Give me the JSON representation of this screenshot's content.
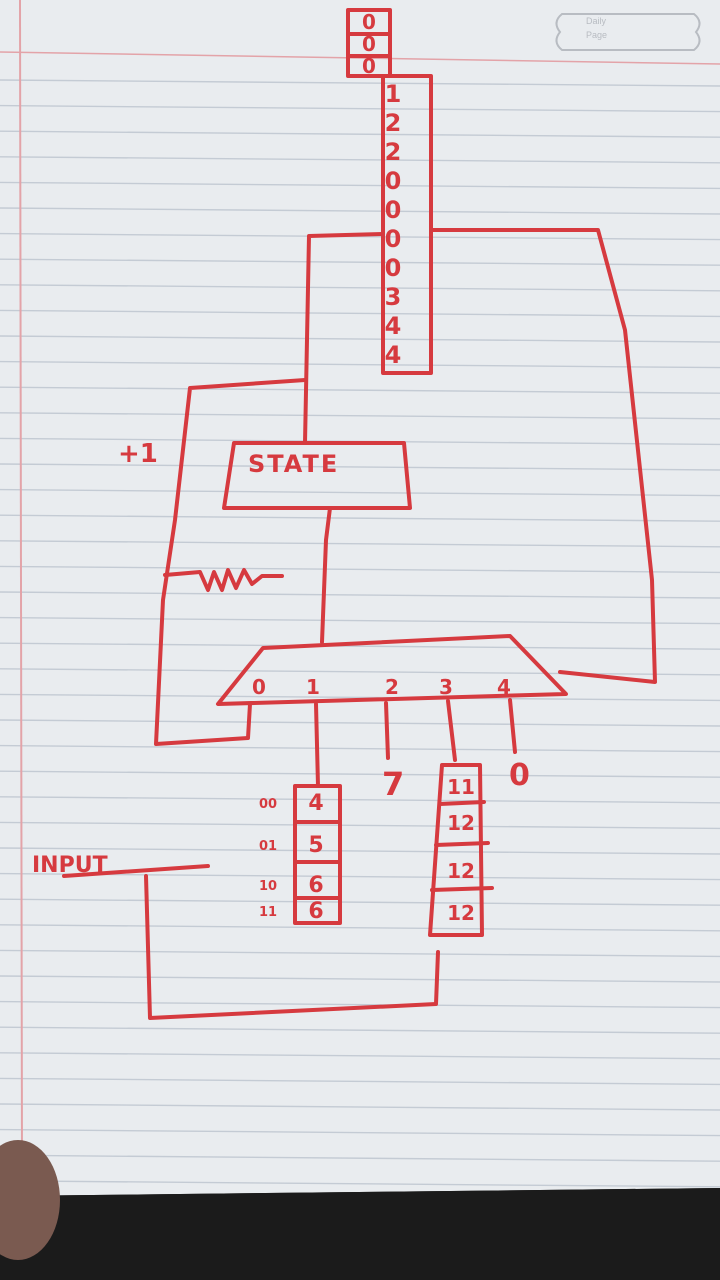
{
  "corner_box": {
    "line1": "Daily",
    "line2": "Page"
  },
  "top_stack": {
    "cells": [
      "0",
      "0",
      "0"
    ],
    "values": [
      "1",
      "2",
      "2",
      "0",
      "0",
      "0",
      "0",
      "3",
      "4",
      "4"
    ]
  },
  "plus_one_label": "+1",
  "state_box": {
    "label": "STATE"
  },
  "mux": {
    "inputs": [
      "0",
      "1",
      "2",
      "3",
      "4"
    ]
  },
  "constants": {
    "seven": "7",
    "zero": "0"
  },
  "left_table": {
    "rows": [
      {
        "addr": "00",
        "value": "4"
      },
      {
        "addr": "01",
        "value": "5"
      },
      {
        "addr": "10",
        "value": "6"
      },
      {
        "addr": "11",
        "value": "6"
      }
    ]
  },
  "right_table": {
    "values": [
      "11",
      "12",
      "12",
      "12"
    ]
  },
  "input_label": "INPUT",
  "colors": {
    "ink": "#d63a3f",
    "paper": "#e9ecef",
    "rule": "#c4cbd4",
    "margin": "#e3a3a8",
    "shadow": "#1b1b1b"
  }
}
